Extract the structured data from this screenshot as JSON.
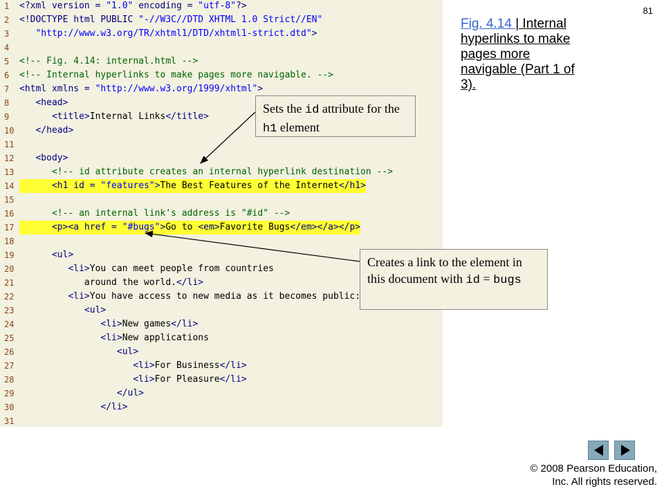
{
  "page_number": "81",
  "caption": {
    "figure_link": "Fig. 4.14 ",
    "separator": "|",
    "text": " Internal hyperlinks to make pages more navigable (Part 1 of 3)."
  },
  "callouts": [
    {
      "parts": [
        [
          "t",
          "Sets the "
        ],
        [
          "c",
          "id"
        ],
        [
          "t",
          " attribute for the "
        ],
        [
          "c",
          "h1"
        ],
        [
          "t",
          " element"
        ]
      ]
    },
    {
      "parts": [
        [
          "t",
          "Creates a link to the element in this document with "
        ],
        [
          "c",
          "id"
        ],
        [
          "t",
          " = "
        ],
        [
          "c",
          "bugs"
        ]
      ]
    }
  ],
  "code_lines": [
    {
      "n": "1",
      "hl": false,
      "segs": [
        [
          "tag",
          "<?xml version = "
        ],
        [
          "str",
          "\"1.0\""
        ],
        [
          "tag",
          " encoding = "
        ],
        [
          "str",
          "\"utf-8\""
        ],
        [
          "tag",
          "?>"
        ]
      ]
    },
    {
      "n": "2",
      "hl": false,
      "segs": [
        [
          "tag",
          "<!DOCTYPE html PUBLIC "
        ],
        [
          "str",
          "\"-//W3C//DTD XHTML 1.0 Strict//EN\""
        ]
      ]
    },
    {
      "n": "3",
      "hl": false,
      "segs": [
        [
          "tag",
          "   "
        ],
        [
          "str",
          "\"http://www.w3.org/TR/xhtml1/DTD/xhtml1-strict.dtd\""
        ],
        [
          "tag",
          ">"
        ]
      ]
    },
    {
      "n": "4",
      "hl": false,
      "segs": []
    },
    {
      "n": "5",
      "hl": false,
      "segs": [
        [
          "cmt",
          "<!-- Fig. 4.14: internal.html -->"
        ]
      ]
    },
    {
      "n": "6",
      "hl": false,
      "segs": [
        [
          "cmt",
          "<!-- Internal hyperlinks to make pages more navigable. -->"
        ]
      ]
    },
    {
      "n": "7",
      "hl": false,
      "segs": [
        [
          "tag",
          "<html xmlns = "
        ],
        [
          "str",
          "\"http://www.w3.org/1999/xhtml\""
        ],
        [
          "tag",
          ">"
        ]
      ]
    },
    {
      "n": "8",
      "hl": false,
      "segs": [
        [
          "tag",
          "   <head>"
        ]
      ]
    },
    {
      "n": "9",
      "hl": false,
      "segs": [
        [
          "tag",
          "      <title>"
        ],
        [
          "plain",
          "Internal Links"
        ],
        [
          "tag",
          "</title>"
        ]
      ]
    },
    {
      "n": "10",
      "hl": false,
      "segs": [
        [
          "tag",
          "   </head>"
        ]
      ]
    },
    {
      "n": "11",
      "hl": false,
      "segs": []
    },
    {
      "n": "12",
      "hl": false,
      "segs": [
        [
          "tag",
          "   <body>"
        ]
      ]
    },
    {
      "n": "13",
      "hl": false,
      "segs": [
        [
          "cmt",
          "      <!-- id attribute creates an internal hyperlink destination -->"
        ]
      ]
    },
    {
      "n": "14",
      "hl": true,
      "segs": [
        [
          "tag",
          "      <h1 id = "
        ],
        [
          "str",
          "\"features\""
        ],
        [
          "tag",
          ">"
        ],
        [
          "plain",
          "The Best Features of the Internet"
        ],
        [
          "tag",
          "</h1>"
        ]
      ]
    },
    {
      "n": "15",
      "hl": false,
      "segs": []
    },
    {
      "n": "16",
      "hl": false,
      "segs": [
        [
          "cmt",
          "      <!-- an internal link's address is \"#id\" -->"
        ]
      ]
    },
    {
      "n": "17",
      "hl": true,
      "segs": [
        [
          "tag",
          "      <p><a href = "
        ],
        [
          "str",
          "\"#bugs\""
        ],
        [
          "tag",
          ">"
        ],
        [
          "plain",
          "Go to "
        ],
        [
          "tag",
          "<em>"
        ],
        [
          "plain",
          "Favorite Bugs"
        ],
        [
          "tag",
          "</em></a></p>"
        ]
      ]
    },
    {
      "n": "18",
      "hl": false,
      "segs": []
    },
    {
      "n": "19",
      "hl": false,
      "segs": [
        [
          "tag",
          "      <ul>"
        ]
      ]
    },
    {
      "n": "20",
      "hl": false,
      "segs": [
        [
          "tag",
          "         <li>"
        ],
        [
          "plain",
          "You can meet people from countries"
        ]
      ]
    },
    {
      "n": "21",
      "hl": false,
      "segs": [
        [
          "plain",
          "            around the world."
        ],
        [
          "tag",
          "</li>"
        ]
      ]
    },
    {
      "n": "22",
      "hl": false,
      "segs": [
        [
          "tag",
          "         <li>"
        ],
        [
          "plain",
          "You have access to new media as it becomes public:"
        ]
      ]
    },
    {
      "n": "23",
      "hl": false,
      "segs": [
        [
          "tag",
          "            <ul>"
        ]
      ]
    },
    {
      "n": "24",
      "hl": false,
      "segs": [
        [
          "tag",
          "               <li>"
        ],
        [
          "plain",
          "New games"
        ],
        [
          "tag",
          "</li>"
        ]
      ]
    },
    {
      "n": "25",
      "hl": false,
      "segs": [
        [
          "tag",
          "               <li>"
        ],
        [
          "plain",
          "New applications"
        ]
      ]
    },
    {
      "n": "26",
      "hl": false,
      "segs": [
        [
          "tag",
          "                  <ul>"
        ]
      ]
    },
    {
      "n": "27",
      "hl": false,
      "segs": [
        [
          "tag",
          "                     <li>"
        ],
        [
          "plain",
          "For Business"
        ],
        [
          "tag",
          "</li>"
        ]
      ]
    },
    {
      "n": "28",
      "hl": false,
      "segs": [
        [
          "tag",
          "                     <li>"
        ],
        [
          "plain",
          "For Pleasure"
        ],
        [
          "tag",
          "</li>"
        ]
      ]
    },
    {
      "n": "29",
      "hl": false,
      "segs": [
        [
          "tag",
          "                  </ul>"
        ]
      ]
    },
    {
      "n": "30",
      "hl": false,
      "segs": [
        [
          "tag",
          "               </li>"
        ]
      ]
    },
    {
      "n": "31",
      "hl": false,
      "segs": []
    }
  ],
  "nav": {
    "prev_icon": "triangle-left-icon",
    "next_icon": "triangle-right-icon",
    "button_color": "#87aab8"
  },
  "copyright": [
    "© 2008 Pearson Education,",
    "Inc.  All rights reserved."
  ],
  "colors": {
    "code_bg": "#f3f1e0",
    "highlight": "#ffff33",
    "link": "#3366cc"
  }
}
